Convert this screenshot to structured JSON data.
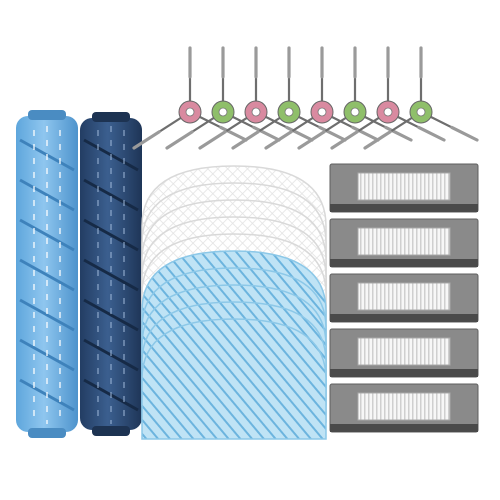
{
  "product": {
    "kit_items": [
      {
        "item": "main-roller-brush",
        "count": 2,
        "colors": [
          "#6fb3e6",
          "#2e4d7a"
        ]
      },
      {
        "item": "side-brush",
        "count": 8,
        "hub_colors": [
          "#d98aa0",
          "#8fbf6a"
        ]
      },
      {
        "item": "mop-pad",
        "count": 10,
        "colors": [
          "#ffffff",
          "#9fd3ee"
        ]
      },
      {
        "item": "hepa-filter",
        "count": 5,
        "colors": [
          "#8a8a8a",
          "#f4f4f4"
        ]
      }
    ]
  }
}
